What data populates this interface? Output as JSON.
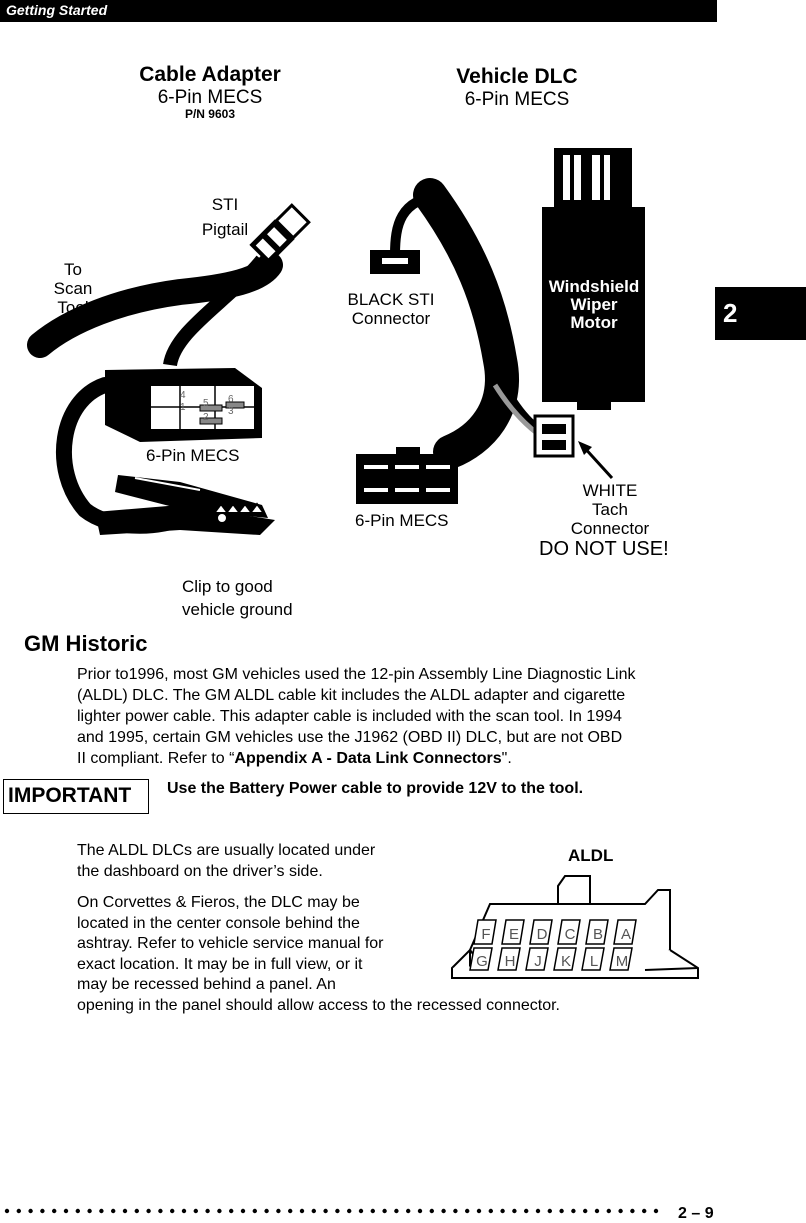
{
  "header": {
    "title": "Getting Started"
  },
  "tab": {
    "label": "2"
  },
  "diagram": {
    "cable_adapter_title": "Cable Adapter",
    "cable_adapter_sub": "6-Pin MECS",
    "cable_adapter_pn": "P/N 9603",
    "vehicle_dlc_title": "Vehicle DLC",
    "vehicle_dlc_sub": "6-Pin MECS",
    "sti_pigtail": [
      "STI",
      "Pigtail"
    ],
    "to_scan_tool": [
      "To",
      "Scan",
      "Tool"
    ],
    "black_sti": [
      "BLACK STI",
      "Connector"
    ],
    "wiper_motor": [
      "Windshield",
      "Wiper",
      "Motor"
    ],
    "left_6pin": "6-Pin MECS",
    "right_6pin": "6-Pin MECS",
    "white_tach": [
      "WHITE",
      "Tach",
      "Connector"
    ],
    "do_not_use": "DO NOT USE!",
    "clip": [
      "Clip to good",
      "vehicle ground"
    ],
    "pin_numbers": [
      "1",
      "2",
      "3",
      "4",
      "5",
      "6"
    ]
  },
  "section": {
    "heading": "GM Historic",
    "para1_lines": [
      "Prior to1996, most GM vehicles used the 12-pin Assembly Line Diagnostic Link",
      "(ALDL) DLC. The GM ALDL cable kit includes the ALDL adapter and cigarette",
      "lighter power cable. This adapter cable is included with the scan tool. In 1994",
      "and 1995, certain GM vehicles use the J1962 (OBD II) DLC, but are not OBD"
    ],
    "para1_last_prefix": "II compliant. Refer to “",
    "para1_last_bold": "Appendix A - Data Link Connectors",
    "para1_last_suffix": "\".",
    "important_label": "IMPORTANT",
    "important_text": "Use the Battery Power cable to provide 12V to the tool.",
    "para2_lines": [
      "The ALDL DLCs are usually located under",
      "the dashboard on the driver’s side."
    ],
    "para3_lines": [
      "On Corvettes & Fieros, the DLC may be",
      "located in the center console behind the",
      "ashtray. Refer to vehicle service manual for",
      "exact location. It may be in full view, or it",
      "may be recessed behind a panel. An",
      "opening in the panel should allow access to the recessed connector."
    ],
    "aldl_title": "ALDL",
    "aldl_top_row": [
      "F",
      "E",
      "D",
      "C",
      "B",
      "A"
    ],
    "aldl_bottom_row": [
      "G",
      "H",
      "J",
      "K",
      "L",
      "M"
    ]
  },
  "footer": {
    "page": "2 – 9"
  }
}
